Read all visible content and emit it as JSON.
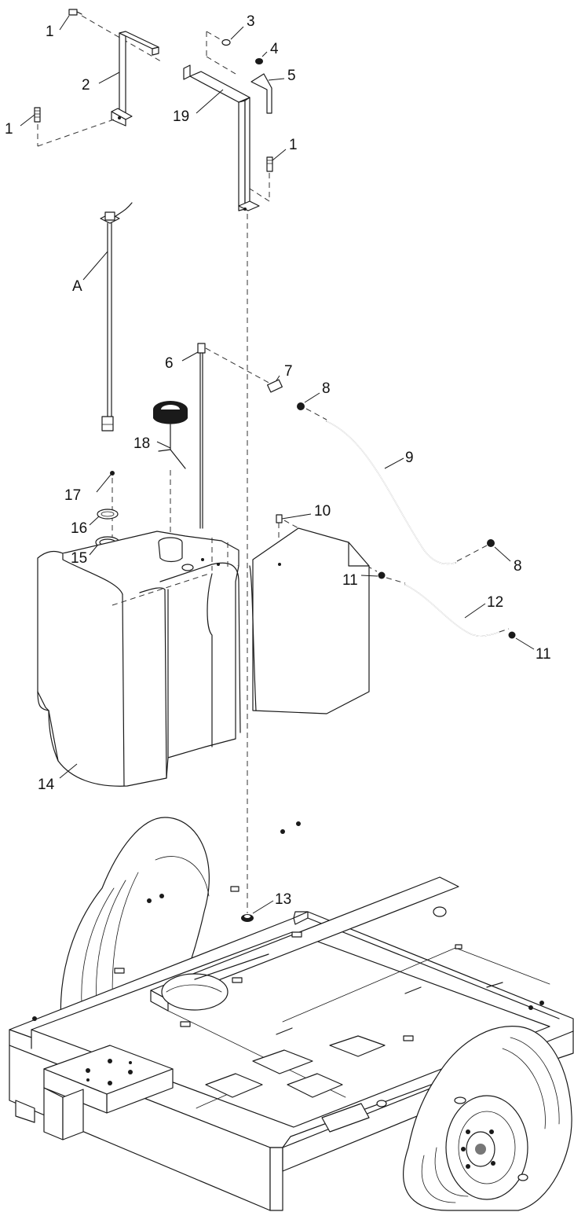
{
  "callouts": {
    "c1a": "1",
    "c1b": "1",
    "c1c": "1",
    "c2": "2",
    "c3": "3",
    "c4": "4",
    "c5": "5",
    "c6": "6",
    "c7": "7",
    "c8a": "8",
    "c8b": "8",
    "c9": "9",
    "c10": "10",
    "c11a": "11",
    "c11b": "11",
    "c12": "12",
    "c13": "13",
    "c14": "14",
    "c15": "15",
    "c16": "16",
    "c17": "17",
    "c18": "18",
    "c19": "19",
    "cA": "A"
  }
}
